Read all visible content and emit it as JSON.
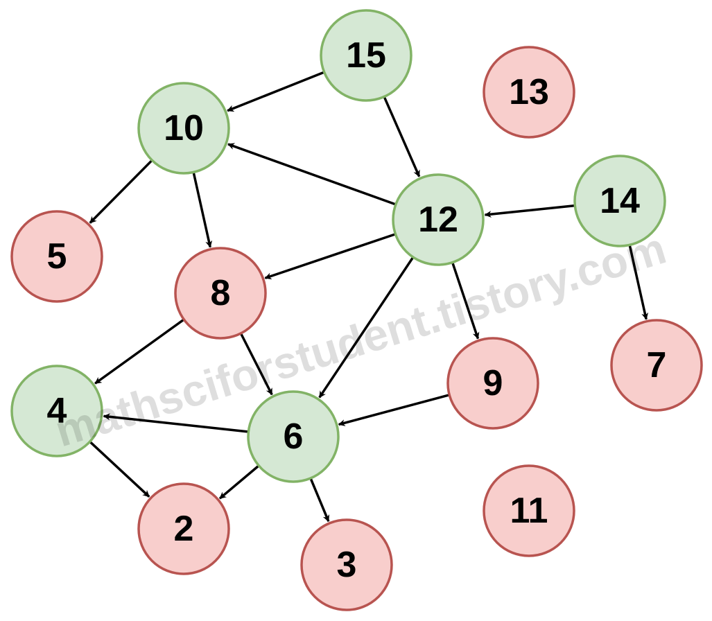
{
  "watermark": "mathsciforstudent.tistory.com",
  "colors": {
    "green_fill": "#d5e8d4",
    "green_stroke": "#82b366",
    "red_fill": "#f8cecc",
    "red_stroke": "#b85450",
    "edge": "#000000"
  },
  "nodes": [
    {
      "id": "15",
      "label": "15",
      "color": "green"
    },
    {
      "id": "13",
      "label": "13",
      "color": "red"
    },
    {
      "id": "10",
      "label": "10",
      "color": "green"
    },
    {
      "id": "14",
      "label": "14",
      "color": "green"
    },
    {
      "id": "12",
      "label": "12",
      "color": "green"
    },
    {
      "id": "5",
      "label": "5",
      "color": "red"
    },
    {
      "id": "8",
      "label": "8",
      "color": "red"
    },
    {
      "id": "9",
      "label": "9",
      "color": "red"
    },
    {
      "id": "7",
      "label": "7",
      "color": "red"
    },
    {
      "id": "4",
      "label": "4",
      "color": "green"
    },
    {
      "id": "6",
      "label": "6",
      "color": "green"
    },
    {
      "id": "11",
      "label": "11",
      "color": "red"
    },
    {
      "id": "2",
      "label": "2",
      "color": "red"
    },
    {
      "id": "3",
      "label": "3",
      "color": "red"
    }
  ],
  "edges": [
    {
      "from": "15",
      "to": "10"
    },
    {
      "from": "15",
      "to": "12"
    },
    {
      "from": "10",
      "to": "5"
    },
    {
      "from": "10",
      "to": "8"
    },
    {
      "from": "12",
      "to": "10"
    },
    {
      "from": "12",
      "to": "8"
    },
    {
      "from": "12",
      "to": "6"
    },
    {
      "from": "12",
      "to": "9"
    },
    {
      "from": "14",
      "to": "12"
    },
    {
      "from": "14",
      "to": "7"
    },
    {
      "from": "8",
      "to": "4"
    },
    {
      "from": "8",
      "to": "6"
    },
    {
      "from": "9",
      "to": "6"
    },
    {
      "from": "6",
      "to": "4"
    },
    {
      "from": "6",
      "to": "2"
    },
    {
      "from": "6",
      "to": "3"
    },
    {
      "from": "4",
      "to": "2"
    }
  ]
}
